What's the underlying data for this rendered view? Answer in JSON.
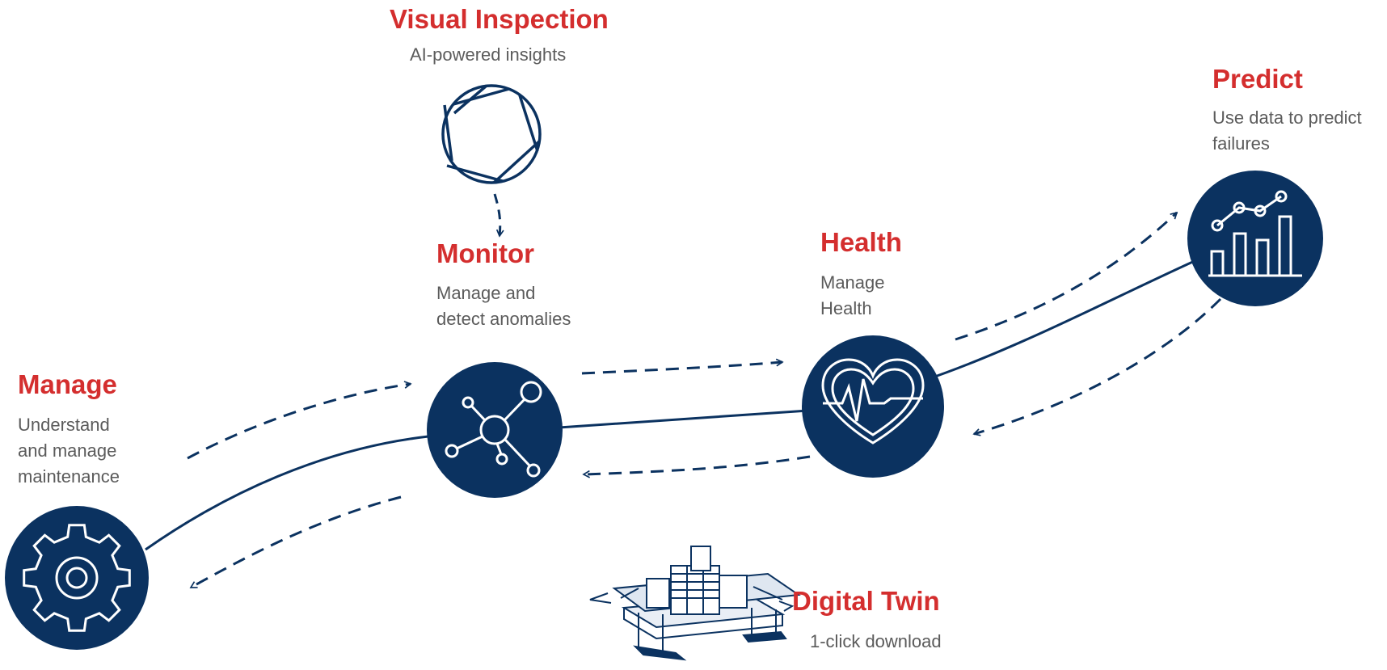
{
  "stages": {
    "visual_inspection": {
      "title": "Visual Inspection",
      "desc": [
        "AI-powered insights"
      ]
    },
    "monitor": {
      "title": "Monitor",
      "desc": [
        "Manage and",
        "detect anomalies"
      ]
    },
    "health": {
      "title": "Health",
      "desc": [
        "Manage",
        "Health"
      ]
    },
    "predict": {
      "title": "Predict",
      "desc": [
        "Use data to predict",
        "failures"
      ]
    },
    "manage": {
      "title": "Manage",
      "desc": [
        "Understand",
        "and manage",
        "maintenance"
      ]
    },
    "digital_twin": {
      "title": "Digital Twin",
      "desc": [
        "1-click download"
      ]
    }
  },
  "icons": {
    "manage": "gear-icon",
    "monitor": "network-hub-icon",
    "health": "heart-pulse-icon",
    "predict": "bar-line-chart-icon",
    "visual_inspection": "camera-aperture-icon",
    "digital_twin": "offshore-platform-icon"
  },
  "colors": {
    "title": "#d42e2e",
    "description": "#5b5b5b",
    "node_fill": "#0b3260",
    "line": "#0b3260",
    "icon_stroke": "#ffffff"
  }
}
